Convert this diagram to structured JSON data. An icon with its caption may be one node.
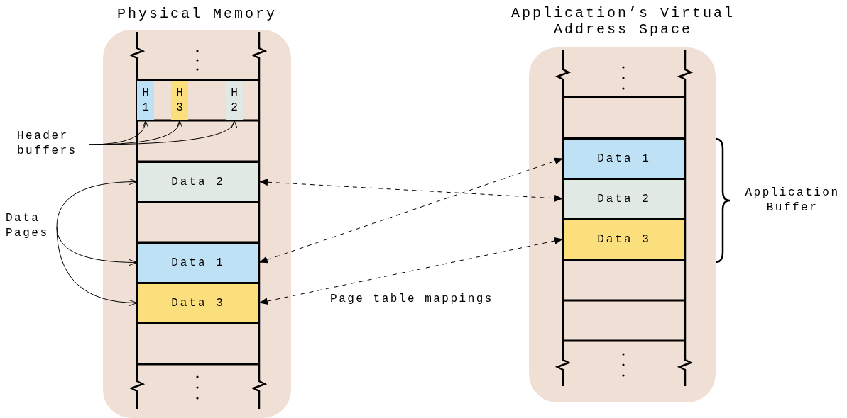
{
  "diagram": {
    "nodes": [
      {
        "text": [
          "Physical Memory"
        ]
      },
      {
        "text": [
          "H 1"
        ],
        "in": 0
      },
      {
        "text": [
          "H 3"
        ],
        "in": 0
      },
      {
        "text": [
          "H 2"
        ],
        "in": 0
      },
      {
        "text": [
          "Data 2"
        ],
        "in": 0
      },
      {
        "text": [
          "Data 1"
        ],
        "in": 0
      },
      {
        "text": [
          "Data 3"
        ],
        "in": 0
      },
      {
        "text": [
          "Application’s Virtual Address Space"
        ]
      },
      {
        "text": [
          "Data 1"
        ],
        "in": 7
      },
      {
        "text": [
          "Data 2"
        ],
        "in": 7
      },
      {
        "text": [
          "Data 3"
        ],
        "in": 7
      },
      {
        "text": [
          "Header buffers"
        ]
      },
      {
        "text": [
          "Data Pages"
        ]
      }
    ],
    "edges": [
      {
        "from": 11,
        "to": 1,
        "arrow": "to"
      },
      {
        "from": 11,
        "to": 2,
        "arrow": "to"
      },
      {
        "from": 11,
        "to": 3,
        "arrow": "to"
      },
      {
        "from": 12,
        "to": 4,
        "arrow": "to"
      },
      {
        "from": 12,
        "to": 5,
        "arrow": "to"
      },
      {
        "from": 12,
        "to": 6,
        "arrow": "to"
      },
      {
        "from": 4,
        "to": 9,
        "arrow": "both",
        "style": "dashed"
      },
      {
        "from": 5,
        "to": 8,
        "arrow": "both",
        "style": "dashed"
      },
      {
        "from": 6,
        "to": 10,
        "arrow": "both",
        "style": "dashed"
      }
    ],
    "labels": [
      "Application Buffer",
      "Page table mappings"
    ]
  }
}
